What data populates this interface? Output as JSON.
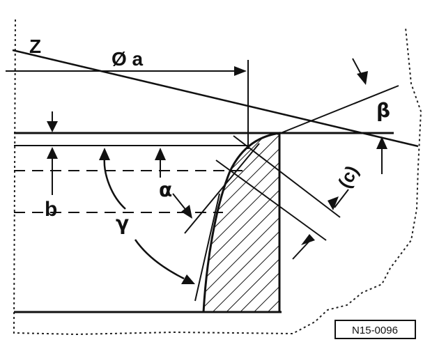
{
  "labels": {
    "z": "Z",
    "diameter_a": "Ø a",
    "beta": "β",
    "alpha": "α",
    "gamma": "γ",
    "b": "b",
    "c": "(c)"
  },
  "reference_code": "N15-0096",
  "colors": {
    "ink": "#111111",
    "paper": "#ffffff"
  }
}
